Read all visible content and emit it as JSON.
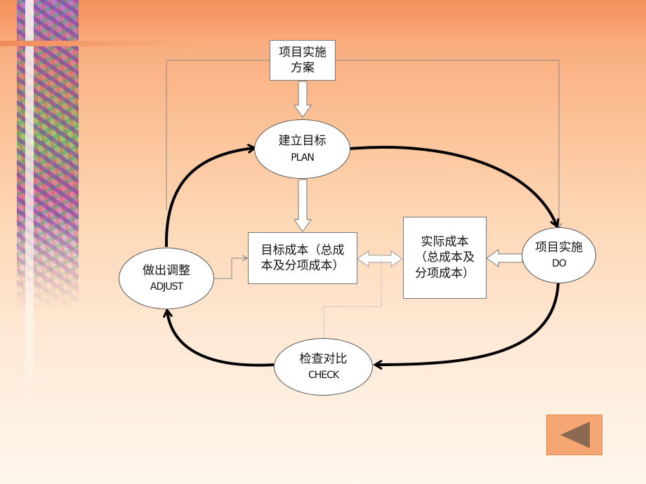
{
  "nodes": {
    "plan_scheme": "项目实施\n方案",
    "plan": {
      "cn": "建立目标",
      "en": "PLAN"
    },
    "do": {
      "cn": "项目实施",
      "en": "DO"
    },
    "check": {
      "cn": "检查对比",
      "en": "CHECK"
    },
    "adjust": {
      "cn": "做出调整",
      "en": "ADJUST"
    },
    "target_cost": "目标成本（总成\n本及分项成本）",
    "actual_cost": "实际成本\n（总成本及\n分项成本）"
  },
  "nav": {
    "back_icon": "triangle-left-icon"
  },
  "colors": {
    "background_top": "#f9a272",
    "background_bottom": "#fff6ec",
    "arrow": "#000000",
    "button": "#f6a673"
  }
}
